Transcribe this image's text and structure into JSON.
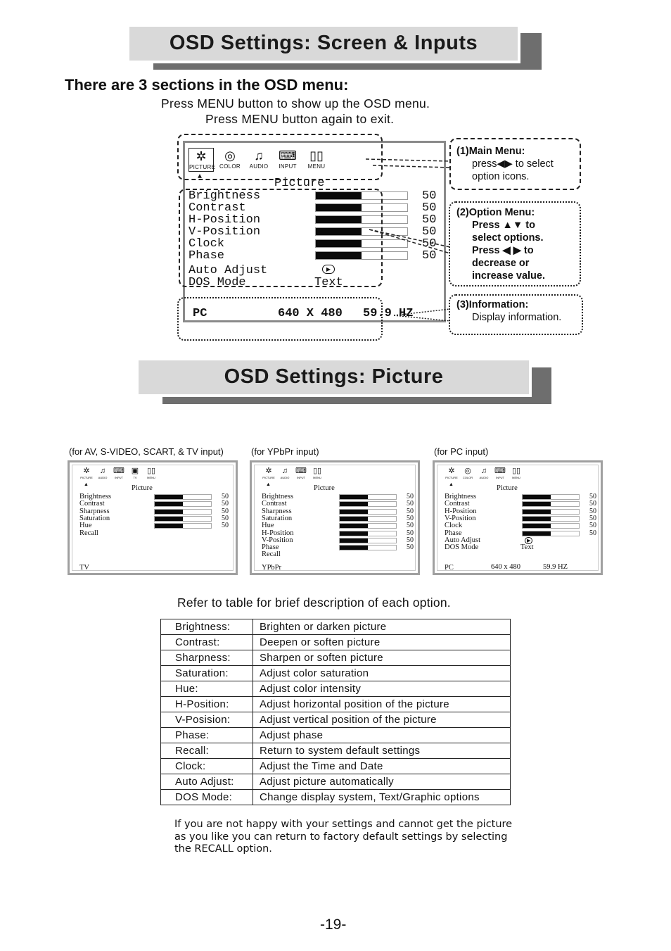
{
  "section1": {
    "title": "OSD Settings: Screen & Inputs",
    "subtitle": "There are 3 sections in the OSD menu:",
    "instruction1": "Press MENU button to show up the OSD menu.",
    "instruction2": "Press MENU button again to exit."
  },
  "osd_main": {
    "icons": [
      {
        "icon": "picture-icon",
        "label": "PICTURE"
      },
      {
        "icon": "rgb-color-icon",
        "label": "COLOR"
      },
      {
        "icon": "audio-icon",
        "label": "AUDIO"
      },
      {
        "icon": "input-icon",
        "label": "INPUT"
      },
      {
        "icon": "menu-book-icon",
        "label": "MENU"
      }
    ],
    "heading": "Picture",
    "options": [
      {
        "label": "Brightness",
        "value": "50",
        "level": 0.5
      },
      {
        "label": "Contrast",
        "value": "50",
        "level": 0.5
      },
      {
        "label": "H-Position",
        "value": "50",
        "level": 0.5
      },
      {
        "label": "V-Position",
        "value": "50",
        "level": 0.5
      },
      {
        "label": "Clock",
        "value": "50",
        "level": 0.5
      },
      {
        "label": "Phase",
        "value": "50",
        "level": 0.5
      }
    ],
    "auto_adjust": "Auto Adjust",
    "dos_mode": "DOS Mode",
    "dos_mode_value": "Text",
    "info_source": "PC",
    "info_resolution": "640 X 480",
    "info_freq": "59.9 HZ"
  },
  "callouts": {
    "main_menu_title": "(1)Main Menu:",
    "main_menu_line1": "press◀▶ to select",
    "main_menu_line2": "option icons.",
    "option_menu_title": "(2)Option Menu:",
    "option_menu_line1": "Press ▲▼ to",
    "option_menu_line2": "select options.",
    "option_menu_line3": "Press ◀ ▶ to",
    "option_menu_line4": "decrease or",
    "option_menu_line5": "increase value.",
    "info_title": "(3)Information:",
    "info_line1": "Display information."
  },
  "section2": {
    "title": "OSD Settings: Picture"
  },
  "screens": [
    {
      "caption": "(for AV, S-VIDEO, SCART, & TV input)",
      "icons": [
        {
          "icon": "picture-icon",
          "label": "PICTURE"
        },
        {
          "icon": "audio-icon",
          "label": "AUDIO"
        },
        {
          "icon": "input-icon",
          "label": "INPUT"
        },
        {
          "icon": "tv-icon",
          "label": "TV"
        },
        {
          "icon": "menu-book-icon",
          "label": "MENU"
        }
      ],
      "heading": "Picture",
      "options": [
        {
          "label": "Brightness",
          "value": "50",
          "level": 0.5
        },
        {
          "label": "Contrast",
          "value": "50",
          "level": 0.5
        },
        {
          "label": "Sharpness",
          "value": "50",
          "level": 0.5
        },
        {
          "label": "Saturation",
          "value": "50",
          "level": 0.5
        },
        {
          "label": "Hue",
          "value": "50",
          "level": 0.5
        }
      ],
      "extra": [
        "Recall"
      ],
      "info": "TV"
    },
    {
      "caption": "(for YPbPr input)",
      "icons": [
        {
          "icon": "picture-icon",
          "label": "PICTURE"
        },
        {
          "icon": "audio-icon",
          "label": "AUDIO"
        },
        {
          "icon": "input-icon",
          "label": "INPUT"
        },
        {
          "icon": "menu-book-icon",
          "label": "MENU"
        }
      ],
      "heading": "Picture",
      "options": [
        {
          "label": "Brightness",
          "value": "50",
          "level": 0.5
        },
        {
          "label": "Contrast",
          "value": "50",
          "level": 0.5
        },
        {
          "label": "Sharpness",
          "value": "50",
          "level": 0.5
        },
        {
          "label": "Saturation",
          "value": "50",
          "level": 0.5
        },
        {
          "label": "Hue",
          "value": "50",
          "level": 0.5
        },
        {
          "label": "H-Position",
          "value": "50",
          "level": 0.5
        },
        {
          "label": "V-Position",
          "value": "50",
          "level": 0.5
        },
        {
          "label": "Phase",
          "value": "50",
          "level": 0.5
        }
      ],
      "extra": [
        "Recall"
      ],
      "info": "YPbPr"
    },
    {
      "caption": "(for PC input)",
      "icons": [
        {
          "icon": "picture-icon",
          "label": "PICTURE"
        },
        {
          "icon": "rgb-color-icon",
          "label": "COLOR"
        },
        {
          "icon": "audio-icon",
          "label": "AUDIO"
        },
        {
          "icon": "input-icon",
          "label": "INPUT"
        },
        {
          "icon": "menu-book-icon",
          "label": "MENU"
        }
      ],
      "heading": "Picture",
      "options": [
        {
          "label": "Brightness",
          "value": "50",
          "level": 0.5
        },
        {
          "label": "Contrast",
          "value": "50",
          "level": 0.5
        },
        {
          "label": "H-Position",
          "value": "50",
          "level": 0.5
        },
        {
          "label": "V-Position",
          "value": "50",
          "level": 0.5
        },
        {
          "label": "Clock",
          "value": "50",
          "level": 0.5
        },
        {
          "label": "Phase",
          "value": "50",
          "level": 0.5
        }
      ],
      "extra": [
        "Auto Adjust",
        "DOS Mode"
      ],
      "dos_value": "Text",
      "info": "PC",
      "info_resolution": "640 x 480",
      "info_freq": "59.9 HZ"
    }
  ],
  "refer_text": "Refer to table for brief description of each option.",
  "table": [
    {
      "key": "Brightness:",
      "desc": "Brighten or darken picture"
    },
    {
      "key": "Contrast:",
      "desc": "Deepen or soften picture"
    },
    {
      "key": "Sharpness:",
      "desc": "Sharpen or soften picture"
    },
    {
      "key": "Saturation:",
      "desc": "Adjust color saturation"
    },
    {
      "key": "Hue:",
      "desc": "Adjust color intensity"
    },
    {
      "key": "H-Position:",
      "desc": "Adjust horizontal position of the picture"
    },
    {
      "key": "V-Posision:",
      "desc": "Adjust vertical position of the picture"
    },
    {
      "key": "Phase:",
      "desc": "Adjust phase"
    },
    {
      "key": "Recall:",
      "desc": "Return to system default settings"
    },
    {
      "key": "Clock:",
      "desc": "Adjust the Time and Date"
    },
    {
      "key": "Auto Adjust:",
      "desc": "Adjust picture automatically"
    },
    {
      "key": "DOS Mode:",
      "desc": "Change display system, Text/Graphic options"
    }
  ],
  "footnote_line1": "If you are not happy with your settings and cannot get the picture",
  "footnote_line2": "as you like you can return to factory default settings by selecting",
  "footnote_line3": "the RECALL option.",
  "page_number": "-19-"
}
